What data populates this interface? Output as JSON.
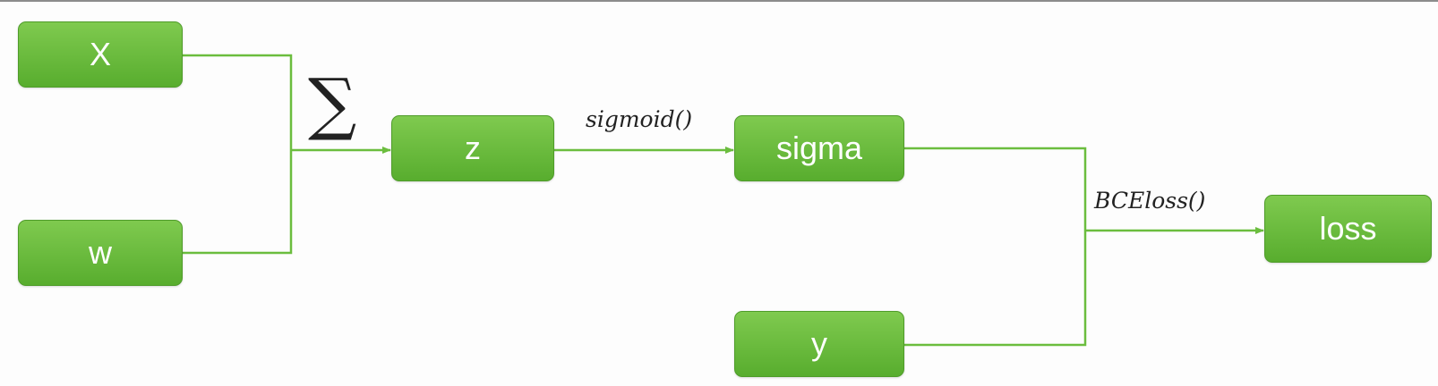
{
  "nodes": {
    "x": "X",
    "w": "w",
    "z": "z",
    "sigma": "sigma",
    "y": "y",
    "loss": "loss"
  },
  "operations": {
    "sum": "∑",
    "sigmoid": "sigmoid()",
    "bce_loss": "BCEloss()"
  },
  "colors": {
    "node_fill": "#6bbd3e",
    "edge": "#6bbd3e",
    "node_text": "#ffffff"
  }
}
